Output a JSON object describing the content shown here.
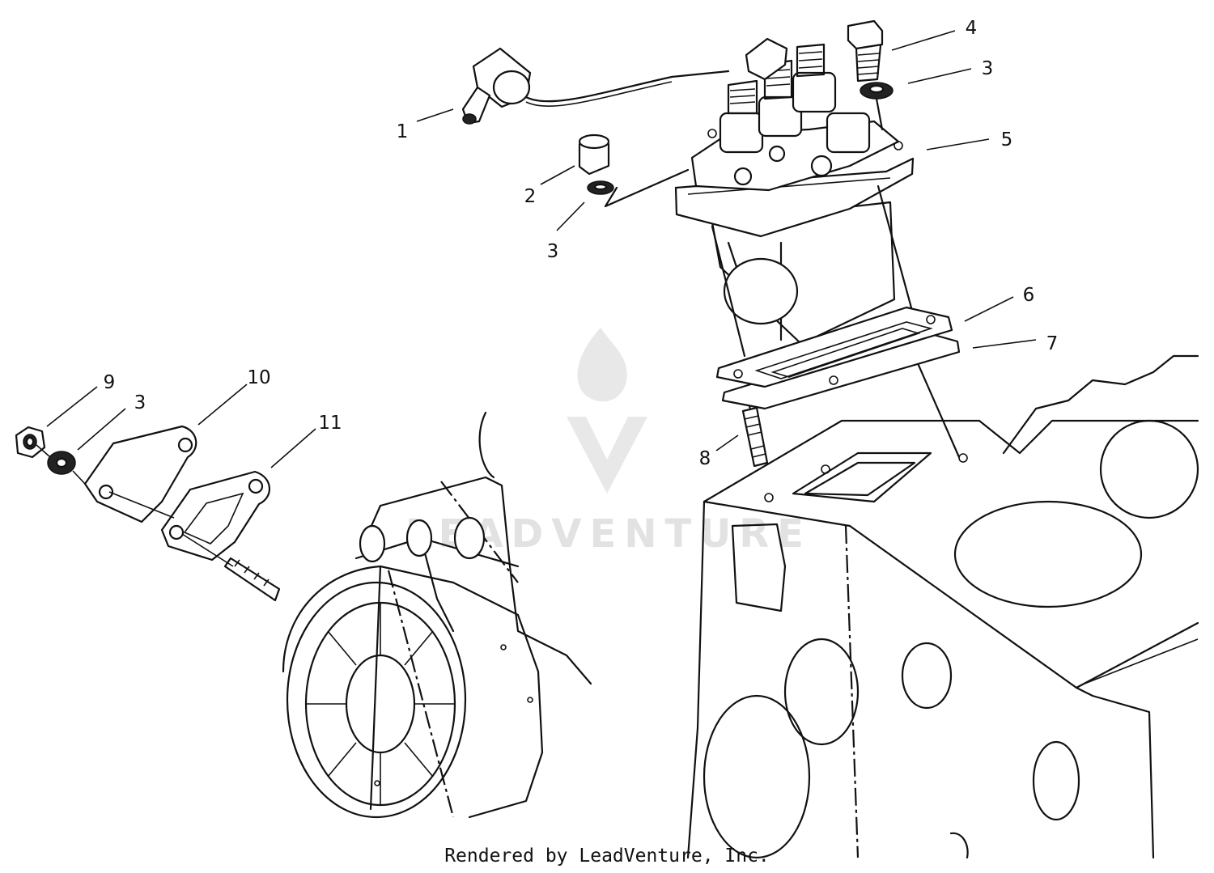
{
  "callouts": [
    {
      "id": "c1",
      "text": "1"
    },
    {
      "id": "c2",
      "text": "2"
    },
    {
      "id": "c3a",
      "text": "3"
    },
    {
      "id": "c3b",
      "text": "3"
    },
    {
      "id": "c3c",
      "text": "3"
    },
    {
      "id": "c4",
      "text": "4"
    },
    {
      "id": "c5",
      "text": "5"
    },
    {
      "id": "c6",
      "text": "6"
    },
    {
      "id": "c7",
      "text": "7"
    },
    {
      "id": "c8",
      "text": "8"
    },
    {
      "id": "c9",
      "text": "9"
    },
    {
      "id": "c10",
      "text": "10"
    },
    {
      "id": "c11",
      "text": "11"
    }
  ],
  "footer": "Rendered by LeadVenture, Inc.",
  "watermark": "LEADVENTURE",
  "colors": {
    "line": "#111111",
    "watermark": "#e2e2e2",
    "background": "#ffffff"
  }
}
